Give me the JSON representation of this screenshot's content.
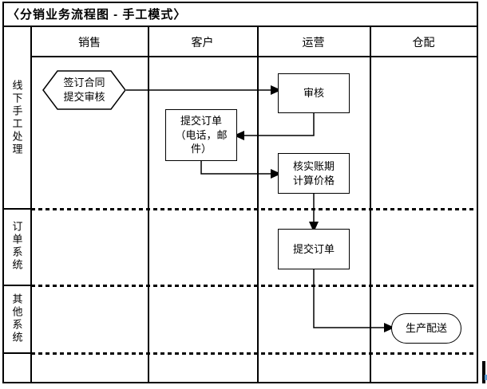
{
  "title": "〈分销业务流程图 - 手工模式〉",
  "lanes": {
    "columns": [
      "销售",
      "客户",
      "运营",
      "仓配"
    ],
    "rows": [
      "线下手工处理",
      "订单系统",
      "其他系统"
    ]
  },
  "nodes": {
    "sign_contract": "签订合同\n提交审核",
    "review": "审核",
    "submit_order_manual": "提交订单\n（电话，邮\n件）",
    "verify_terms": "核实账期\n计算价格",
    "submit_order_system": "提交订单",
    "production_delivery": "生产配送"
  },
  "colors": {
    "line": "#000000",
    "background": "#ffffff",
    "artifact_blue": "#5b9bd5"
  }
}
